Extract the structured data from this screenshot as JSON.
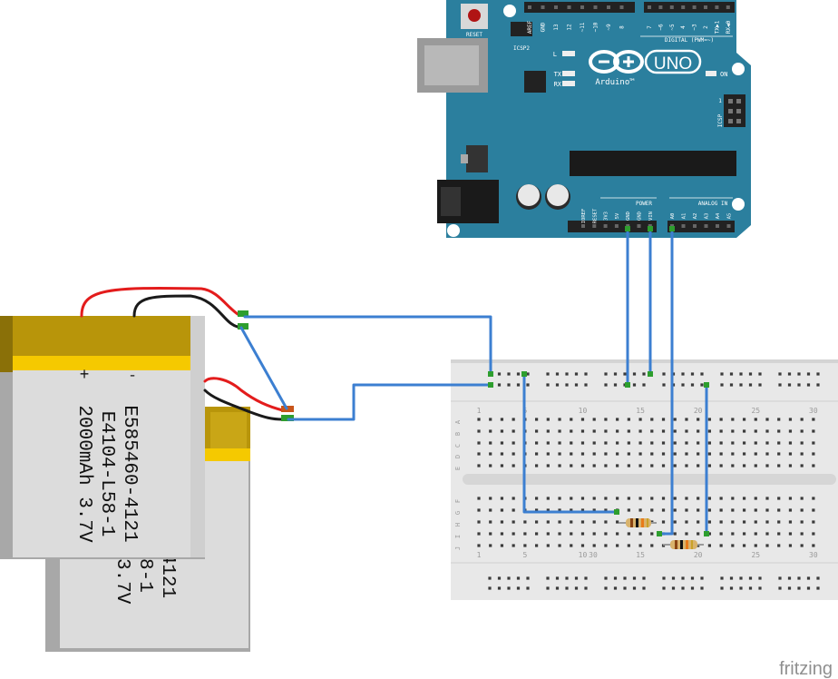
{
  "arduino": {
    "reset_label": "RESET",
    "icsp2_label": "ICSP2",
    "icsp_label": "ICSP",
    "icsp_pin_number": "1",
    "digital_label": "DIGITAL (PWM=~)",
    "led_l": "L",
    "led_tx": "TX",
    "led_rx": "RX",
    "on_label": "ON",
    "brand": "UNO",
    "brand_sub": "Arduino™",
    "power_label": "POWER",
    "analog_label": "ANALOG IN",
    "top_header_left": [
      "AREF",
      "GND",
      "13",
      "12",
      "~11",
      "~10",
      "~9",
      "8"
    ],
    "top_header_right": [
      "7",
      "~6",
      "~5",
      "4",
      "~3",
      "2",
      "TX▶1",
      "RX◀0"
    ],
    "power_pins": [
      "IOREF",
      "RESET",
      "3V3",
      "5V",
      "GND",
      "GND",
      "VIN"
    ],
    "analog_pins": [
      "A0",
      "A1",
      "A2",
      "A3",
      "A4",
      "A5"
    ]
  },
  "batteries": [
    {
      "minus": "-",
      "plus": "+",
      "line1": "E585460-4121",
      "line2": "E4104-L58-1",
      "line3": "2000mAh 3.7V"
    },
    {
      "line1": "50-4121",
      "line2": "-L58-1",
      "line3": " Ah 3.7V"
    }
  ],
  "breadboard": {
    "top_numbers": [
      "1",
      "5",
      "10",
      "15",
      "20",
      "25",
      "30"
    ],
    "bottom_numbers": [
      "1",
      "5",
      "10",
      "15",
      "20",
      "25",
      "30"
    ],
    "bottom_numbers_overlay": "30",
    "row_letters_top": [
      "A",
      "B",
      "C",
      "D",
      "E"
    ],
    "row_letters_bottom": [
      "F",
      "G",
      "H",
      "I",
      "J"
    ]
  },
  "watermark": "fritzing",
  "colors": {
    "board": "#2b7f9e",
    "wire": "#3c7fd1",
    "red_wire": "#e31c1c",
    "battery_gold": "#b8950a",
    "battery_body": "#d9d9d9"
  }
}
